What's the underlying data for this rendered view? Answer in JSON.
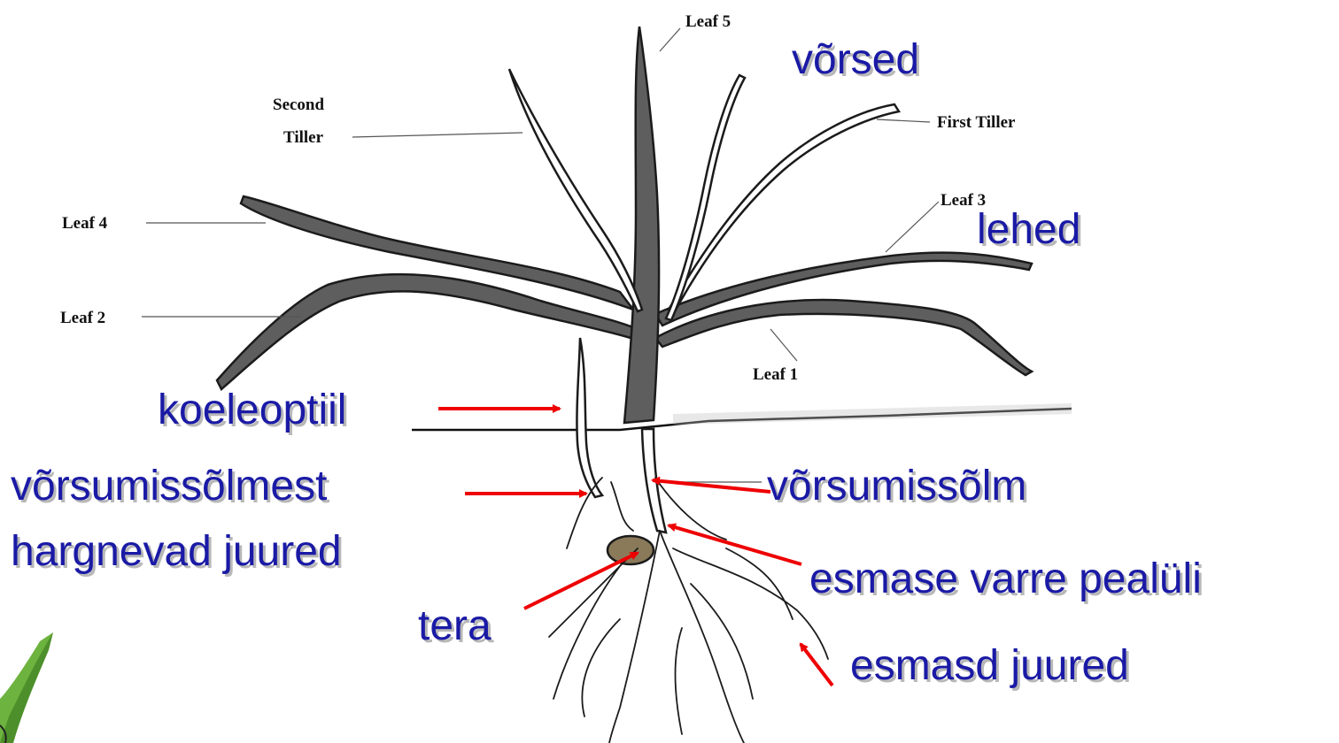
{
  "diagram": {
    "english_labels": {
      "leaf5": "Leaf 5",
      "second_tiller_line1": "Second",
      "second_tiller_line2": "Tiller",
      "first_tiller": "First Tiller",
      "leaf4": "Leaf 4",
      "leaf3": "Leaf 3",
      "leaf2": "Leaf 2",
      "leaf1": "Leaf 1"
    },
    "estonian_labels": {
      "vorsed": "võrsed",
      "lehed": "lehed",
      "koleoptiil": "koeleoptiil",
      "vorsumissolmest_1": "võrsumissõlmest",
      "vorsumissolmest_2": "hargnevad juured",
      "vorsumissolm": "võrsumissõlm",
      "pealuli": "esmase varre pealüli",
      "tera": "tera",
      "esmased_juured": "esmasd juured"
    },
    "colors": {
      "label_text": "#1a1aa6",
      "arrow": "#ee0000",
      "logo_green": "#6db33f"
    }
  }
}
